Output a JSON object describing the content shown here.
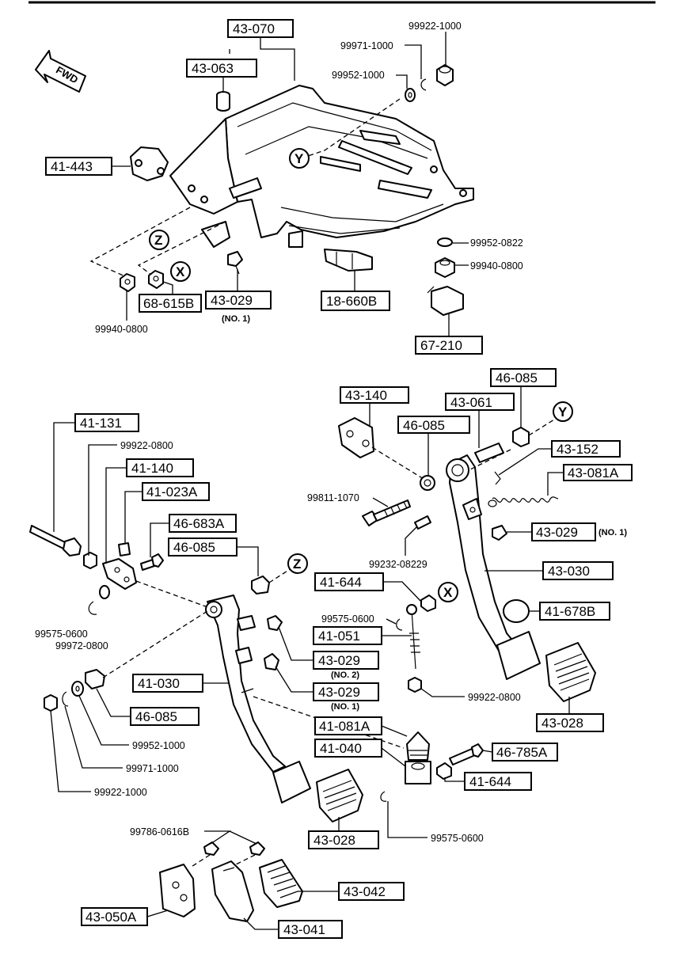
{
  "fwd_label": "FWD",
  "ref_markers": {
    "x": "X",
    "y": "Y",
    "z": "Z"
  },
  "boxed_labels": {
    "l43_070": "43-070",
    "l43_063": "43-063",
    "l41_443": "41-443",
    "l68_615b": "68-615B",
    "l43_029_top": "43-029",
    "l18_660b": "18-660B",
    "l67_210": "67-210",
    "l41_131": "41-131",
    "l41_140": "41-140",
    "l41_023a": "41-023A",
    "l46_683a": "46-683A",
    "l46_085_left": "46-085",
    "l43_140": "43-140",
    "l46_085_mid": "46-085",
    "l43_061": "43-061",
    "l46_085_right": "46-085",
    "l43_152": "43-152",
    "l43_081a": "43-081A",
    "l43_029_right": "43-029",
    "l43_030": "43-030",
    "l41_644_a": "41-644",
    "l41_678b": "41-678B",
    "l41_051": "41-051",
    "l43_029_no2": "43-029",
    "l43_029_no1": "43-029",
    "l41_030": "41-030",
    "l46_085_bottom": "46-085",
    "l41_081a": "41-081A",
    "l41_040": "41-040",
    "l46_785a": "46-785A",
    "l41_644_b": "41-644",
    "l43_028_right": "43-028",
    "l43_028_bottom": "43-028",
    "l43_042": "43-042",
    "l43_050a": "43-050A",
    "l43_041": "43-041"
  },
  "part_numbers": {
    "p99922_1000_top": "99922-1000",
    "p99971_1000_top": "99971-1000",
    "p99952_1000_top": "99952-1000",
    "p99952_0822": "99952-0822",
    "p99940_0800_right": "99940-0800",
    "p99940_0800_left": "99940-0800",
    "p99922_0800_top": "99922-0800",
    "p99811_1070": "99811-1070",
    "p99232_08229": "99232-08229",
    "p99575_0600_left": "99575-0600",
    "p99972_0800": "99972-0800",
    "p99575_0600_mid": "99575-0600",
    "p99922_0800_mid": "99922-0800",
    "p99952_1000_bottom": "99952-1000",
    "p99971_1000_bottom": "99971-1000",
    "p99922_1000_bottom": "99922-1000",
    "p99786_0616b": "99786-0616B",
    "p99575_0600_bottom": "99575-0600"
  },
  "notes": {
    "no1_top": "(NO. 1)",
    "no1_right": "(NO. 1)",
    "no2": "(NO. 2)",
    "no1_mid": "(NO. 1)"
  }
}
